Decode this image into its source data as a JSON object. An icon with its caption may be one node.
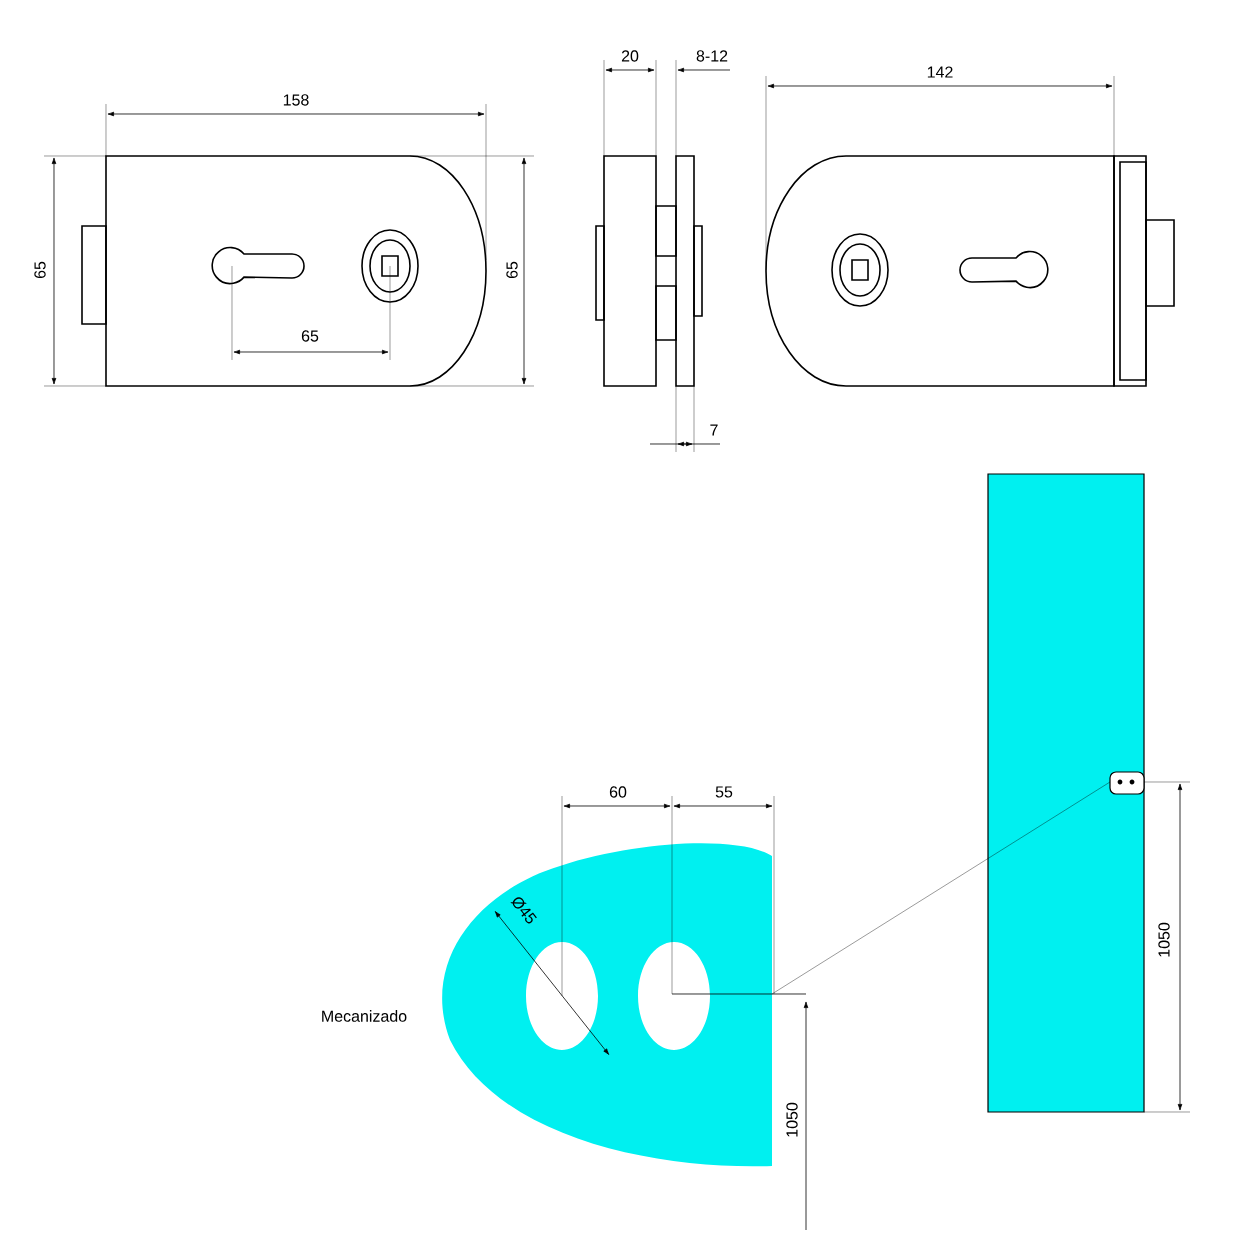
{
  "diagram": {
    "labels": [
      "158",
      "65",
      "65",
      "65",
      "20",
      "8-12",
      "142",
      "7",
      "60",
      "55",
      "Ø45",
      "1050",
      "Mecanizado",
      "1050"
    ]
  }
}
